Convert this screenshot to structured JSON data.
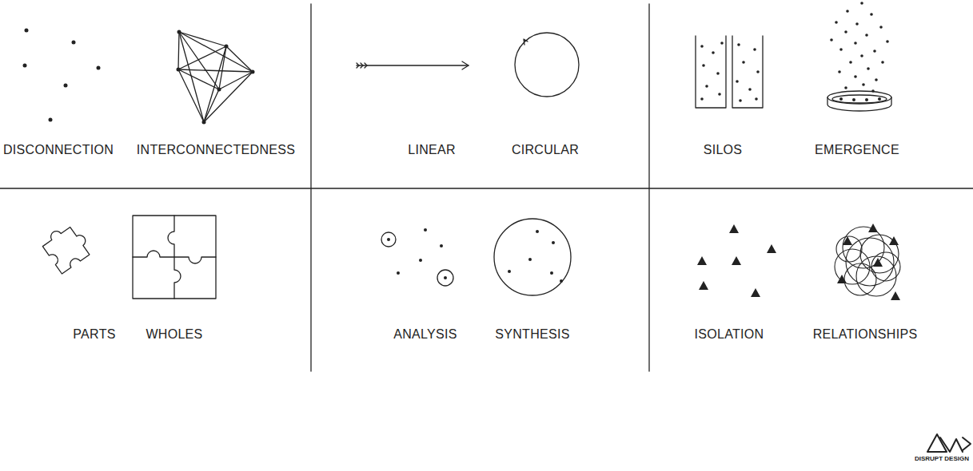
{
  "diagram": {
    "labels": [
      "DISCONNECTION",
      "INTERCONNECTEDNESS",
      "LINEAR",
      "CIRCULAR",
      "SILOS",
      "EMERGENCE",
      "PARTS",
      "WHOLES",
      "ANALYSIS",
      "SYNTHESIS",
      "ISOLATION",
      "RELATIONSHIPS",
      "DISRUPT DESIGN"
    ]
  }
}
